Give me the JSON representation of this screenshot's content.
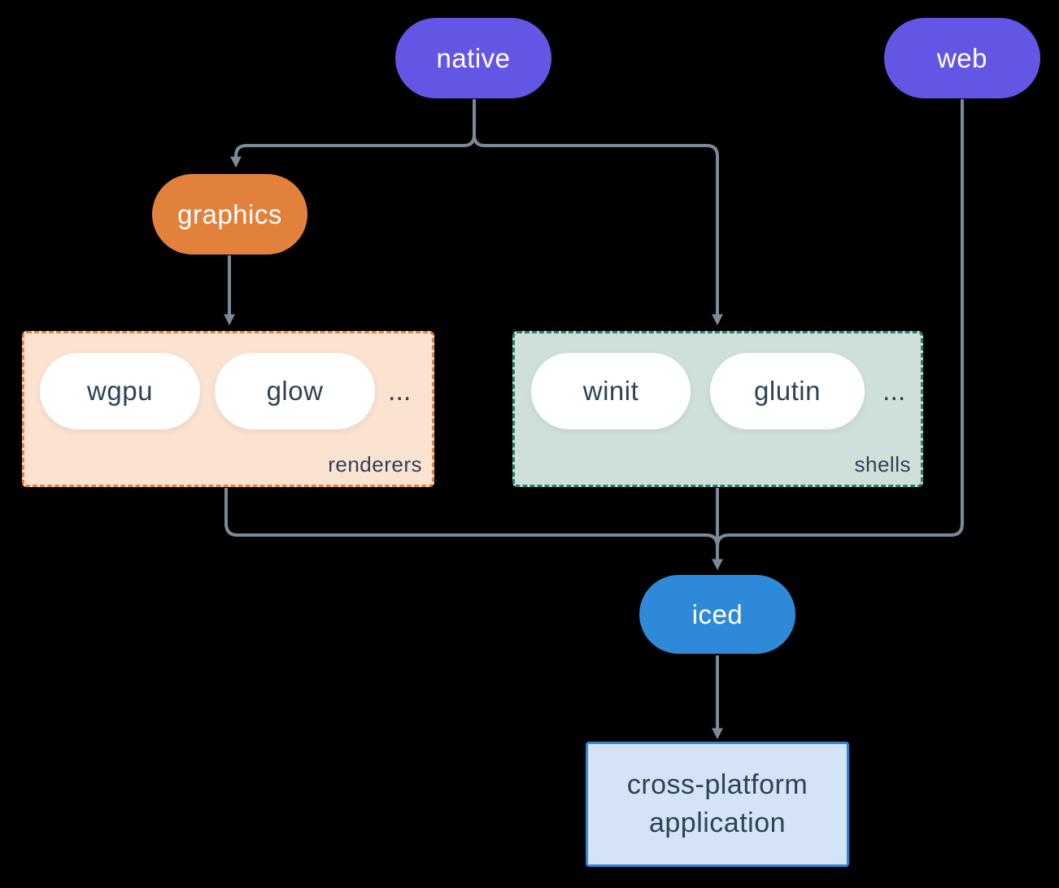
{
  "colors": {
    "canvas_bg": "#000000",
    "purple": "#6456e4",
    "orange": "#e2813c",
    "blue": "#2e8ad8",
    "renderers_bg": "#fae3d0",
    "renderers_border": "#e2813c",
    "shells_bg": "#cfe0da",
    "shells_border": "#2a7d6e",
    "app_bg": "#d4e4f6",
    "app_border": "#2f86d8",
    "text_dark": "#2f4256",
    "connector": "#7b8a99"
  },
  "nodes": {
    "native": {
      "label": "native"
    },
    "web": {
      "label": "web"
    },
    "graphics": {
      "label": "graphics"
    },
    "iced": {
      "label": "iced"
    },
    "application": {
      "line1": "cross-platform",
      "line2": "application"
    }
  },
  "groups": {
    "renderers": {
      "label": "renderers",
      "items": [
        "wgpu",
        "glow"
      ],
      "more": "..."
    },
    "shells": {
      "label": "shells",
      "items": [
        "winit",
        "glutin"
      ],
      "more": "..."
    }
  }
}
